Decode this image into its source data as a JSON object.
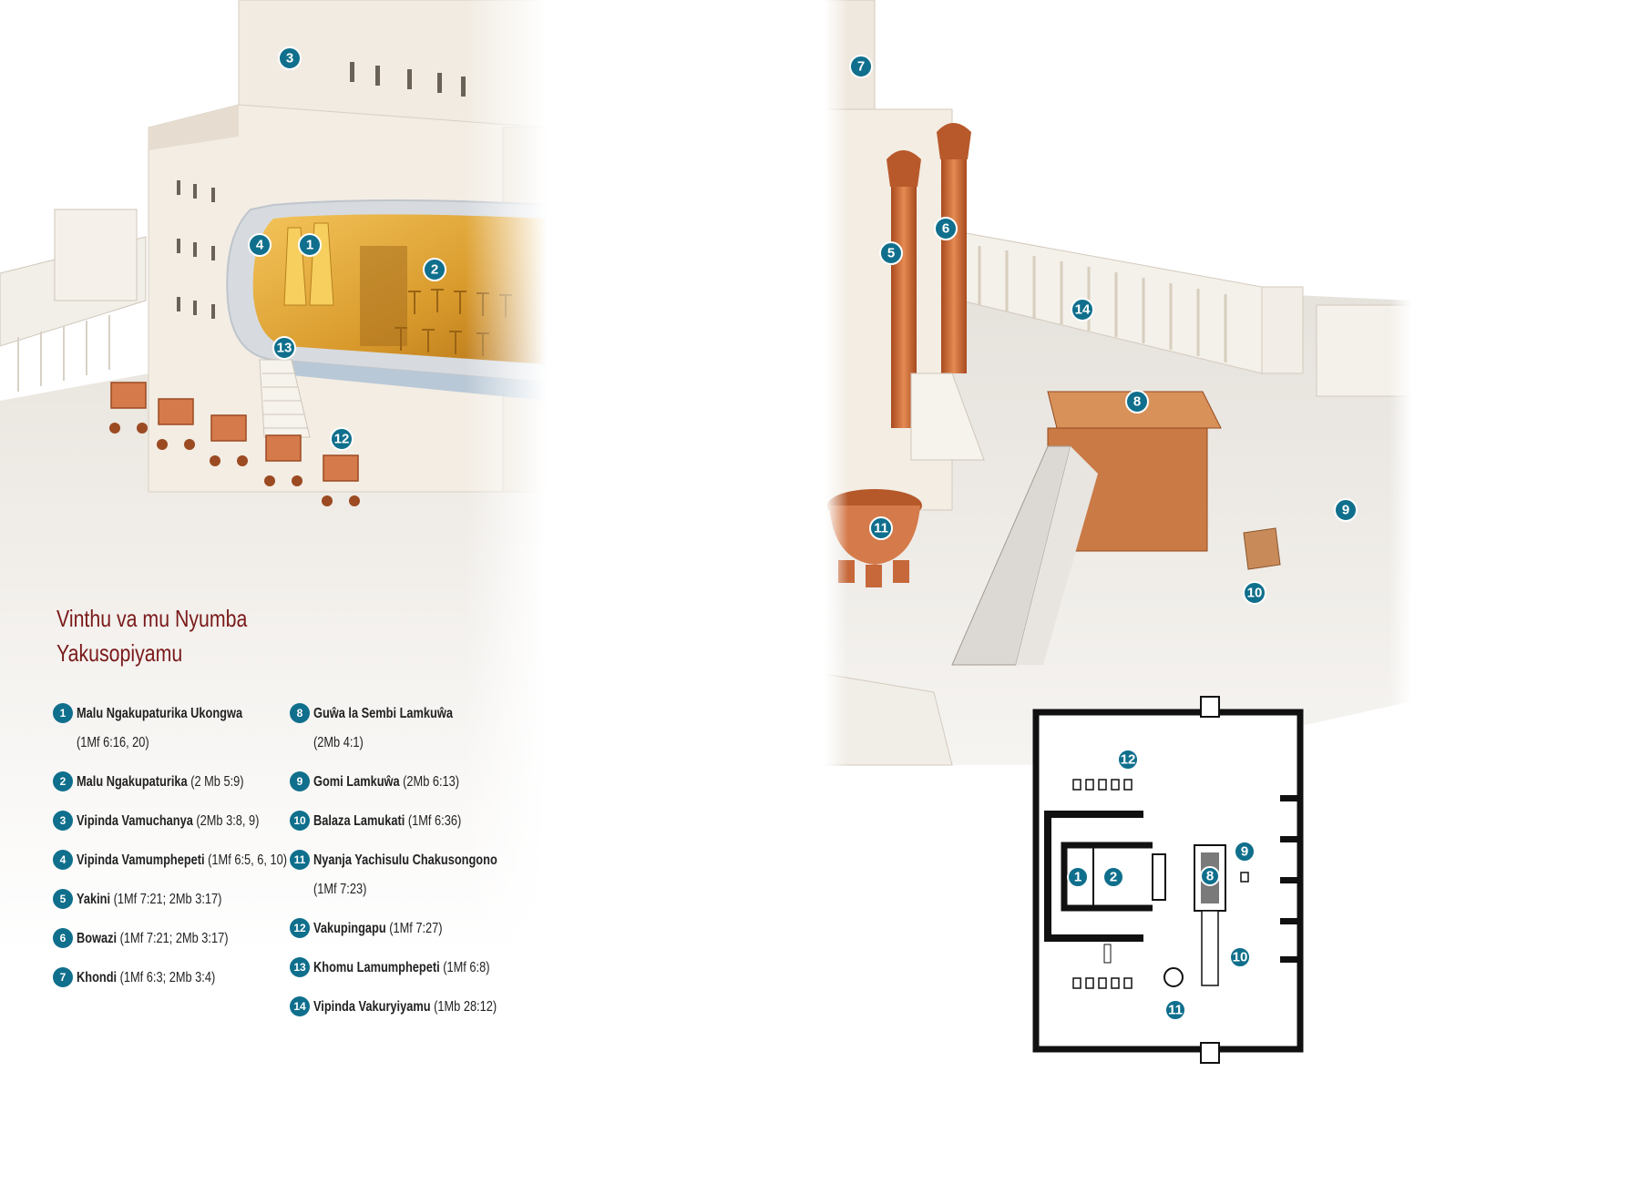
{
  "legend": {
    "title_line1": "Vinthu va mu Nyumba",
    "title_line2": "Yakusopiyamu",
    "items": [
      {
        "num": "1",
        "name": "Malu Ngakupaturika Ukongwa",
        "ref": "(1Mf 6:16, 20)",
        "wrap": true
      },
      {
        "num": "2",
        "name": "Malu Ngakupaturika",
        "ref": "(2 Mb 5:9)",
        "wrap": false
      },
      {
        "num": "3",
        "name": "Vipinda Vamuchanya",
        "ref": "(2Mb 3:8, 9)",
        "wrap": false
      },
      {
        "num": "4",
        "name": "Vipinda Vamumphepeti",
        "ref": "(1Mf 6:5, 6, 10)",
        "wrap": false
      },
      {
        "num": "5",
        "name": "Yakini",
        "ref": "(1Mf 7:21; 2Mb 3:17)",
        "wrap": false
      },
      {
        "num": "6",
        "name": "Bowazi",
        "ref": "(1Mf 7:21; 2Mb 3:17)",
        "wrap": false
      },
      {
        "num": "7",
        "name": "Khondi",
        "ref": "(1Mf 6:3; 2Mb 3:4)",
        "wrap": false
      },
      {
        "num": "8",
        "name": "Guŵa la Sembi Lamkuŵa",
        "ref": "(2Mb 4:1)",
        "wrap": true
      },
      {
        "num": "9",
        "name": "Gomi Lamkuŵa",
        "ref": "(2Mb 6:13)",
        "wrap": false
      },
      {
        "num": "10",
        "name": "Balaza Lamukati",
        "ref": "(1Mf 6:36)",
        "wrap": false
      },
      {
        "num": "11",
        "name": "Nyanja Yachisulu Chakusongono",
        "ref": "(1Mf 7:23)",
        "wrap": true
      },
      {
        "num": "12",
        "name": "Vakupingapu",
        "ref": "(1Mf 7:27)",
        "wrap": false
      },
      {
        "num": "13",
        "name": "Khomu Lamumphepeti",
        "ref": "(1Mf 6:8)",
        "wrap": false
      },
      {
        "num": "14",
        "name": "Vipinda Vakuryiyamu",
        "ref": "(1Mb 28:12)",
        "wrap": false
      }
    ]
  },
  "markers": {
    "left": [
      {
        "label": "3"
      },
      {
        "label": "4"
      },
      {
        "label": "1"
      },
      {
        "label": "2"
      },
      {
        "label": "13"
      },
      {
        "label": "12"
      }
    ],
    "right": [
      {
        "label": "7"
      },
      {
        "label": "5"
      },
      {
        "label": "6"
      },
      {
        "label": "14"
      },
      {
        "label": "8"
      },
      {
        "label": "9"
      },
      {
        "label": "11"
      },
      {
        "label": "10"
      }
    ],
    "plan": [
      {
        "label": "12"
      },
      {
        "label": "1"
      },
      {
        "label": "2"
      },
      {
        "label": "8"
      },
      {
        "label": "9"
      },
      {
        "label": "10"
      },
      {
        "label": "11"
      }
    ]
  },
  "colors": {
    "marker": "#0f6f8c",
    "title": "#7a1a1a",
    "stone": "#efe7da",
    "gold": "#e0a93a",
    "copper": "#c96a3a"
  }
}
